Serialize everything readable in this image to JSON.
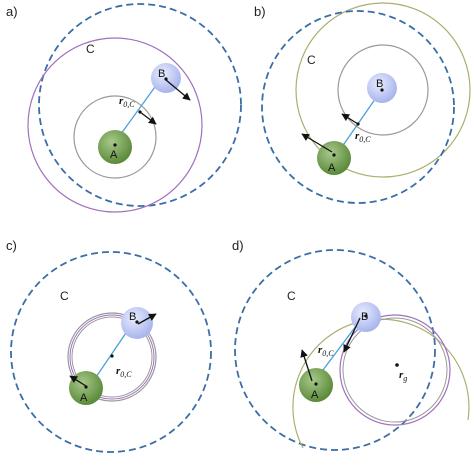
{
  "panels": [
    {
      "label": "a)",
      "circle_label": "C",
      "body_a": "A",
      "body_b": "B",
      "vector_label": "r",
      "vector_sub": "0,C"
    },
    {
      "label": "b)",
      "circle_label": "C",
      "body_a": "A",
      "body_b": "B",
      "vector_label": "r",
      "vector_sub": "0,C"
    },
    {
      "label": "c)",
      "circle_label": "C",
      "body_a": "A",
      "body_b": "B",
      "vector_label": "r",
      "vector_sub": "0,C"
    },
    {
      "label": "d)",
      "circle_label": "C",
      "body_a": "A",
      "body_b": "B",
      "vector_label": "r",
      "vector_sub": "0,C",
      "extra_label": "r",
      "extra_sub": "g"
    }
  ],
  "colors": {
    "dashed_circle": "#3a6ea5",
    "orbit_gray": "#999999",
    "purple_orbit": "#a070c0",
    "olive_orbit": "#a8b070",
    "body_a_fill": "#6f9a4a",
    "body_b_fill": "#c8d0f0",
    "separation_vector": "#4aa0d8",
    "velocity_arrow": "#111111"
  }
}
